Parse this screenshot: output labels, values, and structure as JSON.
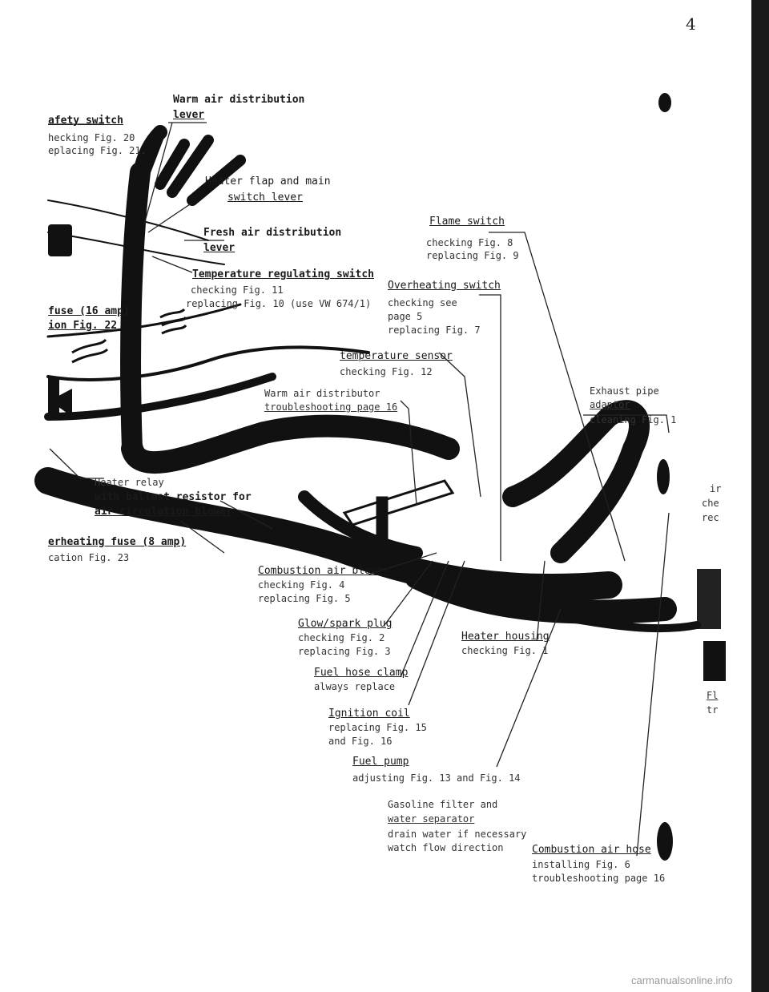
{
  "page_number": "4",
  "watermark": "carmanualsonline.info",
  "callouts": {
    "warm_air_lever": {
      "title": "Warm air distribution",
      "title2": "lever"
    },
    "safety_switch": {
      "title": "afety switch",
      "l1": "hecking Fig. 20",
      "l2": "eplacing Fig. 21."
    },
    "heater_flap": {
      "title": "Heater flap and main",
      "title2": "switch lever"
    },
    "fresh_air_lever": {
      "title": "Fresh air distribution",
      "title2": "lever"
    },
    "temp_switch": {
      "title": "Temperature regulating switch",
      "l1": "checking Fig. 11",
      "l2": "replacing Fig. 10 (use VW 674/1)"
    },
    "fuse16": {
      "title": "fuse (16 amp)",
      "l1": "ion Fig. 22"
    },
    "flame_switch": {
      "title": "Flame switch",
      "l1": "checking Fig. 8",
      "l2": "replacing Fig. 9"
    },
    "overheating_switch": {
      "title": "Overheating switch",
      "l1": "checking see",
      "l2": "page 5",
      "l3": "replacing Fig. 7"
    },
    "temp_sensor": {
      "title": "temperature sensor",
      "l1": "checking Fig. 12"
    },
    "warm_air_distributor": {
      "title": "Warm air distributor",
      "l1": "troubleshooting page 16"
    },
    "exhaust_adaptor": {
      "title": "Exhaust pipe",
      "title2": "adaptor",
      "l1": "cleaning Fig. 1"
    },
    "heater_relay": {
      "title": "Heater relay",
      "l1": "with ballast resistor for",
      "l2": "air circulation blower"
    },
    "preheating_fuse": {
      "title": "erheating fuse (8 amp)",
      "l1": "cation Fig. 23"
    },
    "combustion_blower": {
      "title": "Combustion air blower",
      "l1": "checking Fig. 4",
      "l2": "replacing Fig. 5"
    },
    "glow_plug": {
      "title": "Glow/spark plug",
      "l1": "checking Fig. 2",
      "l2": "replacing Fig. 3"
    },
    "heater_housing": {
      "title": "Heater housing",
      "l1": "checking Fig. 1"
    },
    "fuel_hose_clamp": {
      "title": "Fuel hose clamp",
      "l1": "always replace"
    },
    "ignition_coil": {
      "title": "Ignition coil",
      "l1": "replacing Fig. 15",
      "l2": "and Fig. 16"
    },
    "fuel_pump": {
      "title": "Fuel pump",
      "l1": "adjusting Fig. 13 and Fig. 14"
    },
    "gasoline_filter": {
      "title": "Gasoline filter and",
      "title2": "water separator",
      "l1": "drain water if necessary",
      "l2": "watch flow direction"
    },
    "combustion_hose": {
      "title": "Combustion air hose",
      "l1": "installing Fig. 6",
      "l2": "troubleshooting page 16"
    },
    "edge_fragments": {
      "a": "ir",
      "b": "che",
      "c": "rec",
      "d": "Fl",
      "e": "tr"
    }
  }
}
